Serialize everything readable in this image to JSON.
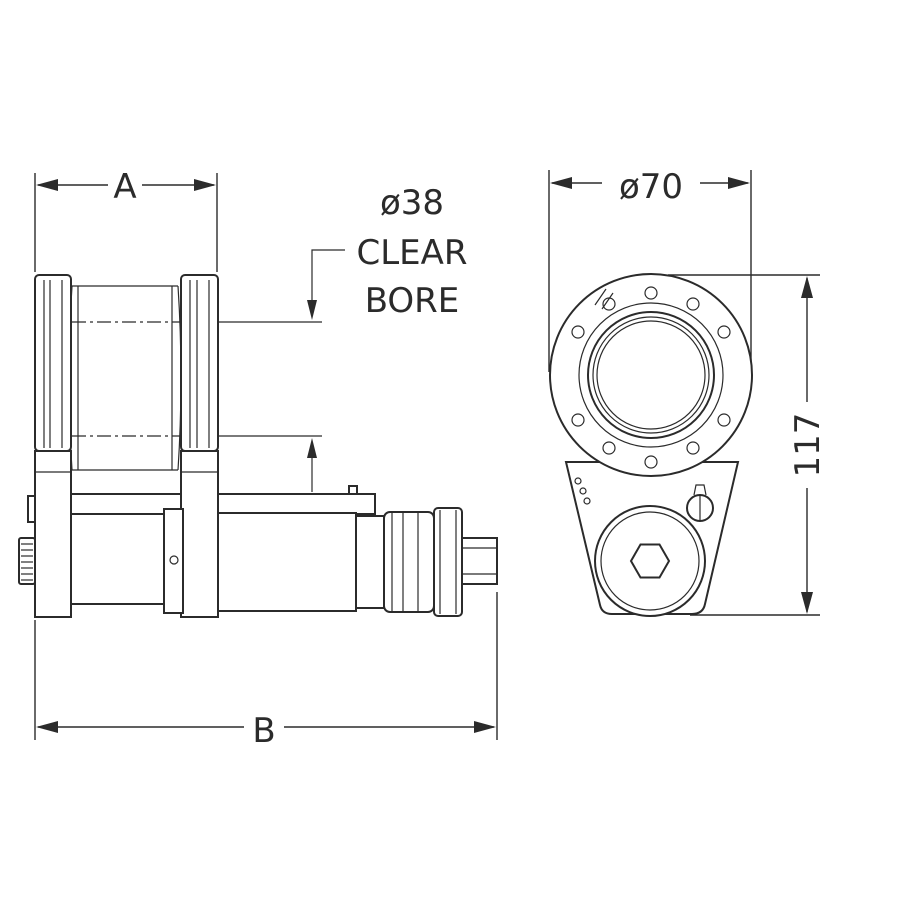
{
  "side_view": {
    "dim_a_label": "A",
    "dim_b_label": "B"
  },
  "bore_note": {
    "diameter": "ø38",
    "line1": "CLEAR",
    "line2": "BORE"
  },
  "end_view": {
    "dim_diameter_label": "ø70",
    "dim_height_label": "117"
  },
  "colors": {
    "line": "#2b2b2b",
    "background": "#ffffff"
  }
}
